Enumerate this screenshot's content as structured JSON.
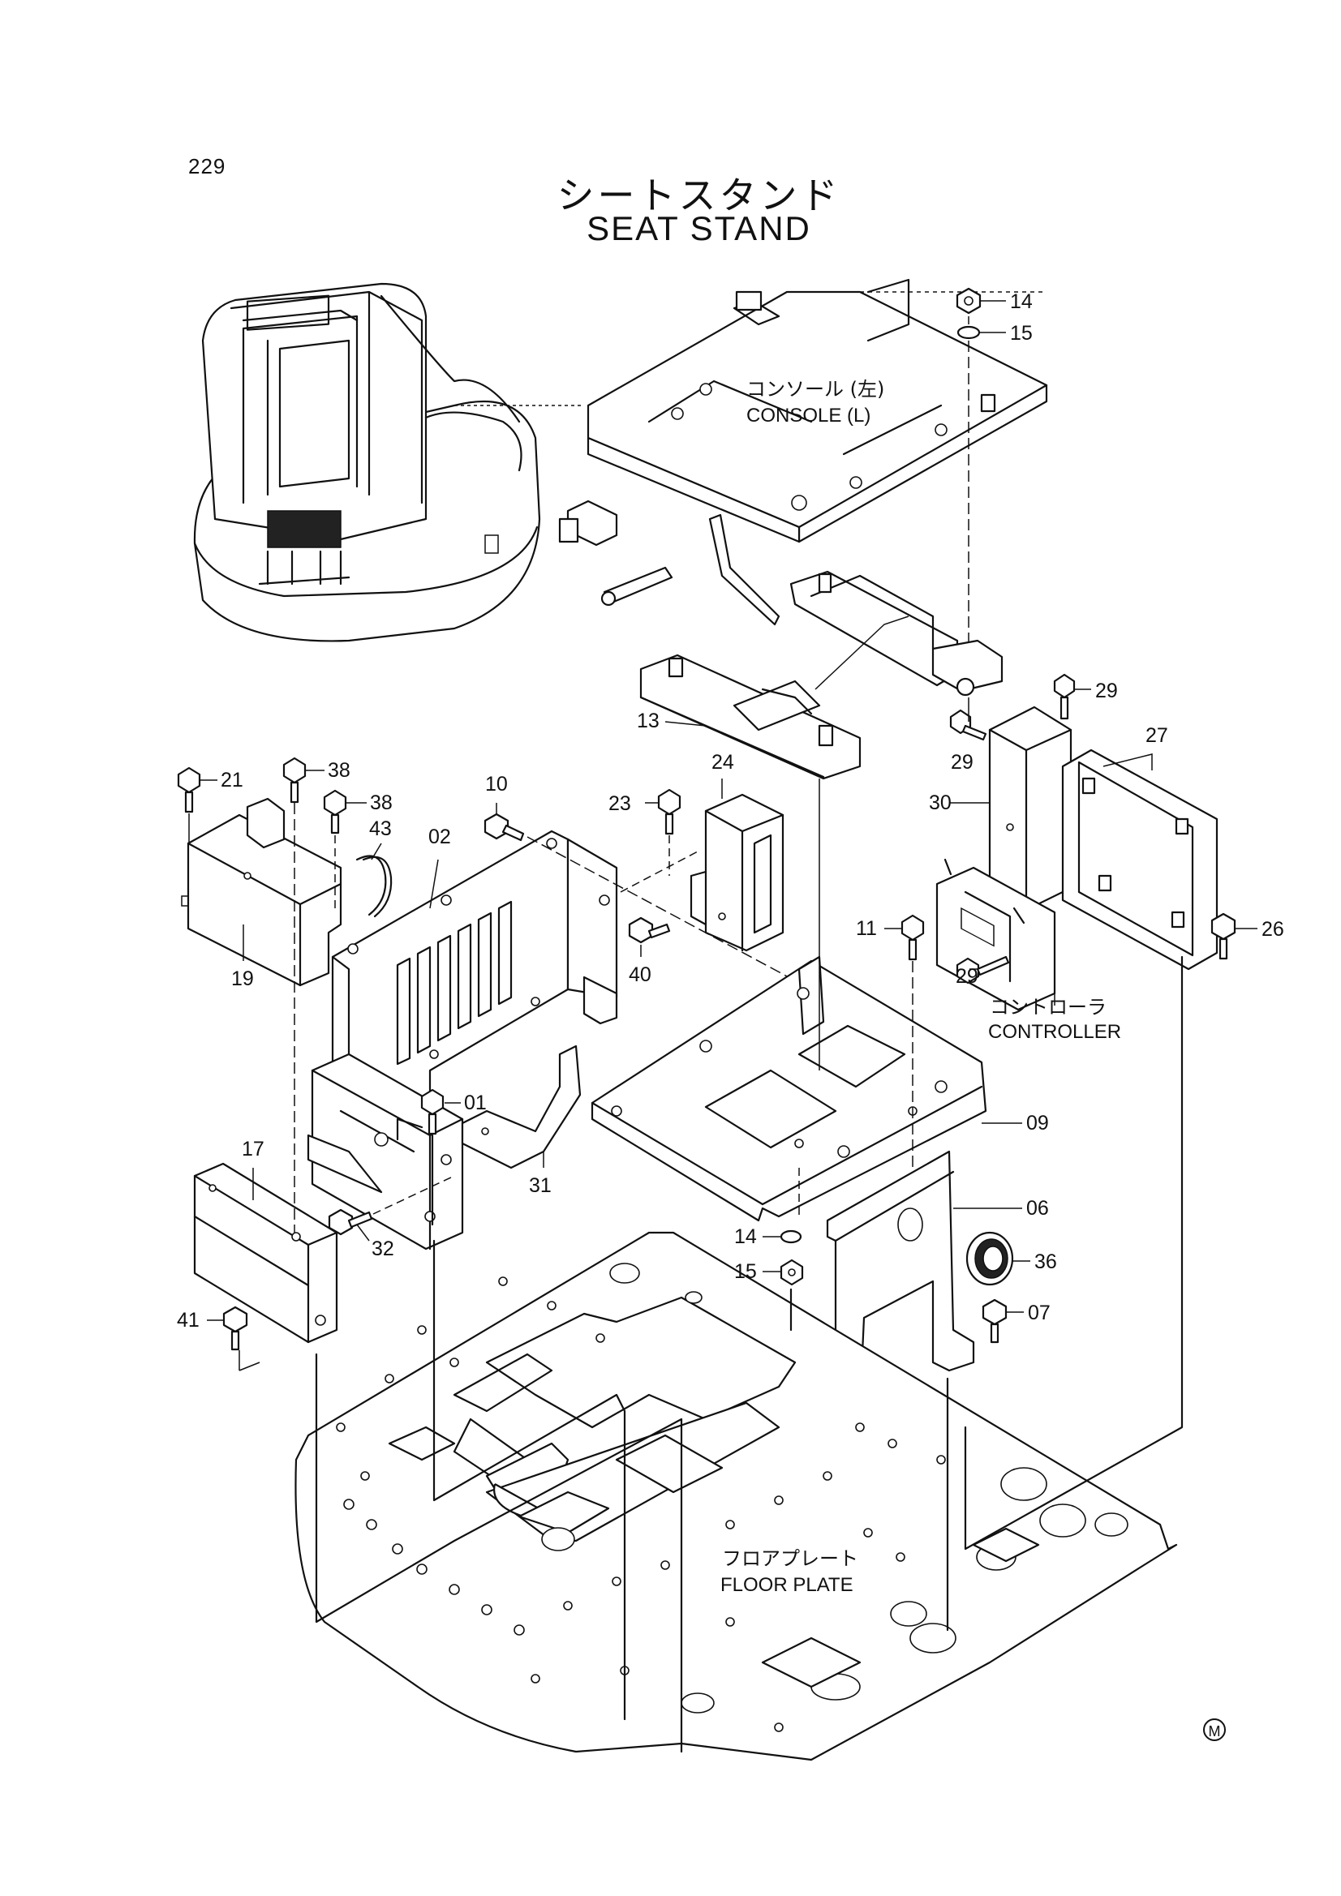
{
  "page_number": "229",
  "title_jp": "シートスタンド",
  "title_en": "SEAT STAND",
  "component_labels": {
    "console_jp": "コンソール (左)",
    "console_en": "CONSOLE (L)",
    "controller_jp": "コントローラ",
    "controller_en": "CONTROLLER",
    "floor_plate_jp": "フロアプレート",
    "floor_plate_en": "FLOOR PLATE"
  },
  "callouts": [
    {
      "id": "c14a",
      "text": "14"
    },
    {
      "id": "c15a",
      "text": "15"
    },
    {
      "id": "c13",
      "text": "13"
    },
    {
      "id": "c29a",
      "text": "29"
    },
    {
      "id": "c29b",
      "text": "29"
    },
    {
      "id": "c27",
      "text": "27"
    },
    {
      "id": "c30",
      "text": "30"
    },
    {
      "id": "c29c",
      "text": "29"
    },
    {
      "id": "c26",
      "text": "26"
    },
    {
      "id": "c21",
      "text": "21"
    },
    {
      "id": "c38a",
      "text": "38"
    },
    {
      "id": "c38b",
      "text": "38"
    },
    {
      "id": "c43",
      "text": "43"
    },
    {
      "id": "c10",
      "text": "10"
    },
    {
      "id": "c02",
      "text": "02"
    },
    {
      "id": "c24",
      "text": "24"
    },
    {
      "id": "c23",
      "text": "23"
    },
    {
      "id": "c19",
      "text": "19"
    },
    {
      "id": "c40",
      "text": "40"
    },
    {
      "id": "c11",
      "text": "11"
    },
    {
      "id": "c01",
      "text": "01"
    },
    {
      "id": "c09",
      "text": "09"
    },
    {
      "id": "c17",
      "text": "17"
    },
    {
      "id": "c31",
      "text": "31"
    },
    {
      "id": "c32",
      "text": "32"
    },
    {
      "id": "c06",
      "text": "06"
    },
    {
      "id": "c14b",
      "text": "14"
    },
    {
      "id": "c15b",
      "text": "15"
    },
    {
      "id": "c36",
      "text": "36"
    },
    {
      "id": "c07",
      "text": "07"
    },
    {
      "id": "c41",
      "text": "41"
    }
  ],
  "mark": "M"
}
